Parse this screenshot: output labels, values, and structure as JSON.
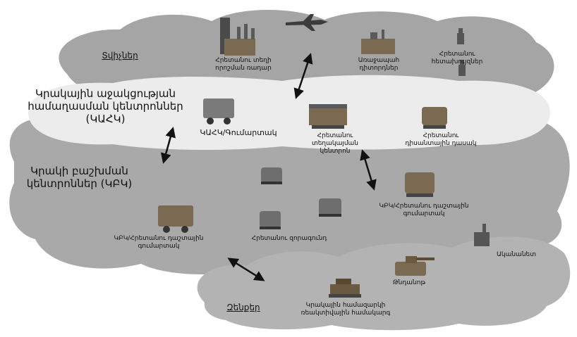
{
  "regions": {
    "sensors": "Տվիչներ",
    "c2_centers": "Կրակային աջակցության համաղասման կենտրոններ (ԿԱՀԿ)",
    "fire_control_centers": "Կրակի բաշխման կենտրոններ (ԿԲԿ)",
    "weapons": "Զենքեր"
  },
  "nodes": {
    "radar": "Հրետանու տեղի որոշման ռադար",
    "forward_observers": "Առաջապահ դիտորդներ",
    "artillery_scouts": "Հրետանու հետախույզներ",
    "kahk_battalion": "ԿԱՀԿ/Գումարտակ",
    "fire_direction_center": "Հրետանու տեղակայման կենտրոն",
    "artillery_battery": "Հրետանու դիսանտային դասակ",
    "kbk_battalion_right": "ԿԲԿ/Հրետանու դաշտային գումարտակ",
    "kbk_battalion_left": "ԿԲԿ/Հրետանու դաշտային գումարտակ",
    "artillery_company": "Հրետանու զորագունդ",
    "mortars": "Ականանետ",
    "howitzer": "Թնդանոթ",
    "mlrs": "Կրակային համազարկի ռեակտիվային համակարգ"
  }
}
